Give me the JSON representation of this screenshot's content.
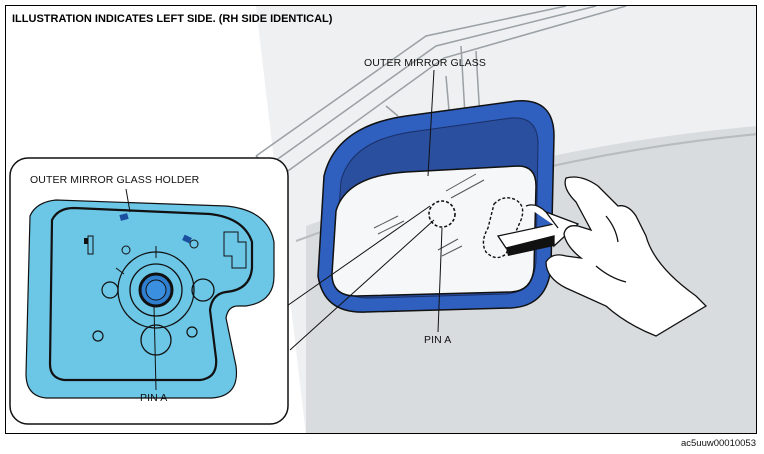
{
  "header": {
    "title": "ILLUSTRATION INDICATES LEFT SIDE. (RH SIDE IDENTICAL)"
  },
  "labels": {
    "outer_mirror_glass": "OUTER MIRROR GLASS",
    "outer_mirror_glass_holder": "OUTER MIRROR GLASS HOLDER",
    "pin_a_main": "PIN A",
    "pin_a_inset": "PIN A"
  },
  "footer": {
    "doc_id": "ac5uuw00010053"
  },
  "colors": {
    "mirror_housing_blue": "#2f5fbf",
    "holder_blue": "#6cc6e6",
    "background_gray": "#e4e6e8",
    "line": "#111111"
  },
  "icons": [
    "hand-icon",
    "pull-arrow-icon"
  ]
}
